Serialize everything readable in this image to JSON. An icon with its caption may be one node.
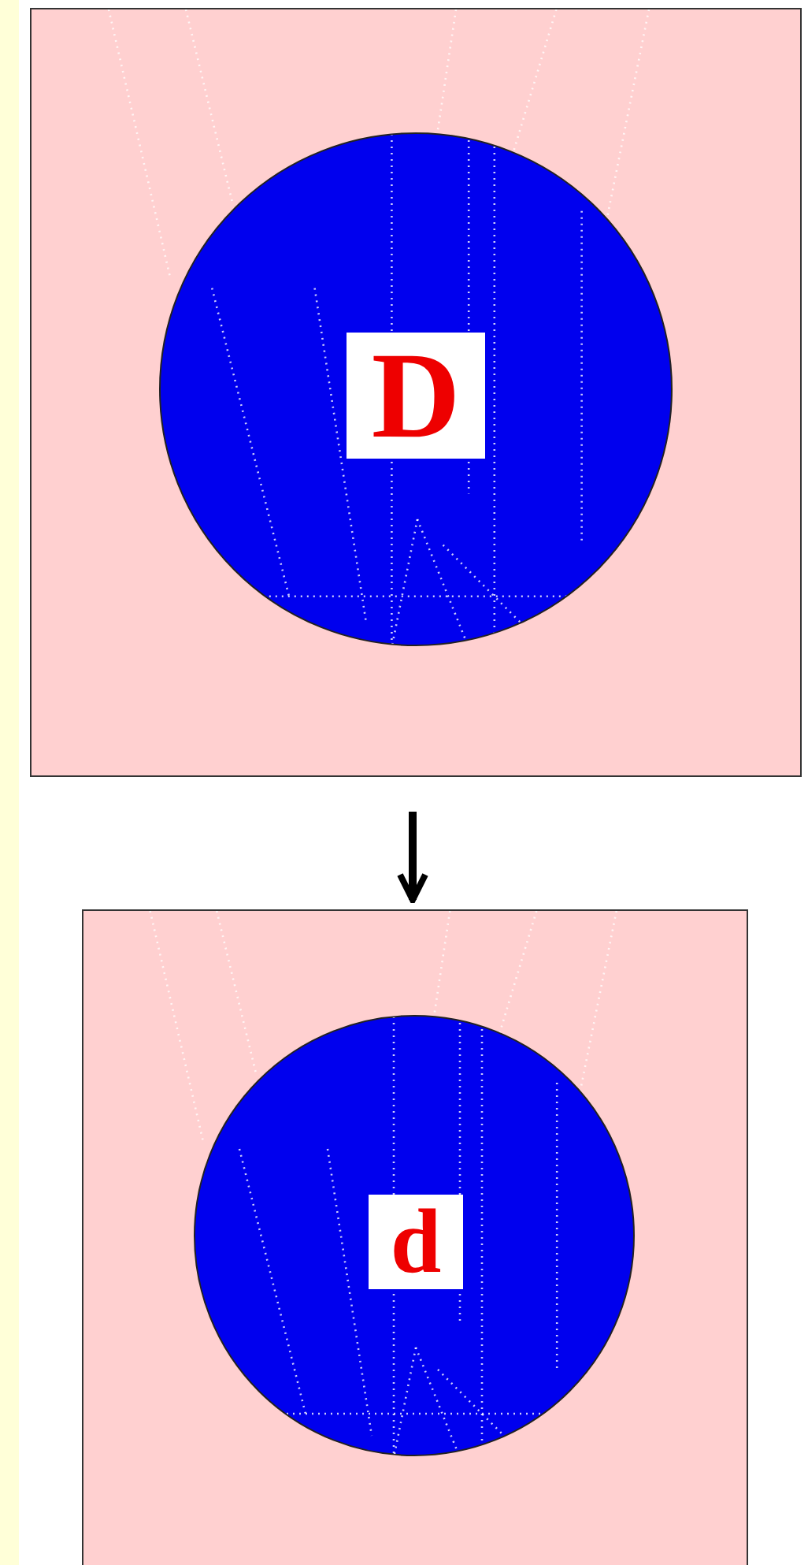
{
  "diagram": {
    "nodes": [
      {
        "text": [],
        "shape": "box"
      },
      {
        "text": [],
        "shape": "circle",
        "in": 0
      },
      {
        "text": [
          "D"
        ],
        "in": 1
      },
      {
        "text": [],
        "shape": "box"
      },
      {
        "text": [],
        "shape": "circle",
        "in": 3
      },
      {
        "text": [
          "d"
        ],
        "in": 4
      }
    ],
    "edges": [
      {
        "from": 0,
        "to": 3,
        "arrow": "to"
      }
    ]
  }
}
